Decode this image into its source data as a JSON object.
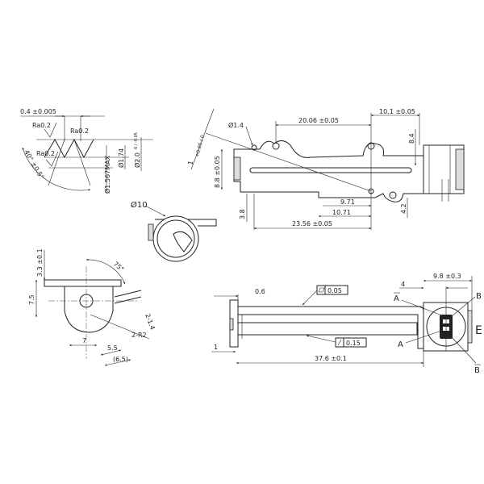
{
  "thread_detail": {
    "pitch": "0.4 ±0.005",
    "roughness": [
      "Ra0.2",
      "Ra0.2",
      "Ra0.2"
    ],
    "angle": "40° ±0.5°",
    "minor_dia": "Ø1.567MAX",
    "pitch_dia": "Ø1.74",
    "major_dia": "Ø2.0",
    "major_tol": "0 / -0.05"
  },
  "top_view": {
    "hole_dia": "Ø1.4",
    "hole_spacing": "20.06 ±0.05",
    "motor_offset": "10.1 ±0.05",
    "motor_height": "8.4",
    "body_height": "8.8 ±0.05",
    "flange_offset": "3.8",
    "d1": "9.71",
    "d2": "10.71",
    "overall": "23.56 ±0.05",
    "bottom_offset": "4.2",
    "slot_width": "1",
    "slot_tol": "+0.05 / 0"
  },
  "end_view": {
    "diameter": "Ø10"
  },
  "side_view": {
    "top_thickness": "3.3 ±0.1",
    "height": "7.5",
    "angle": "75°",
    "pins": "2-1.4",
    "radius": "2-R2",
    "width": "7",
    "w1": "5.5",
    "w2": "(6.5)"
  },
  "front_view": {
    "flange_gap": "0.6",
    "flatness_value": "0.05",
    "straightness_value": "0.15",
    "edge": "1",
    "length": "37.6 ±0.1",
    "connector_offset": "4",
    "motor_length": "9.8 ±0.3",
    "labels": {
      "a_bar": "A",
      "b": "B",
      "a": "A",
      "b_bar": "B",
      "e": "E"
    }
  }
}
